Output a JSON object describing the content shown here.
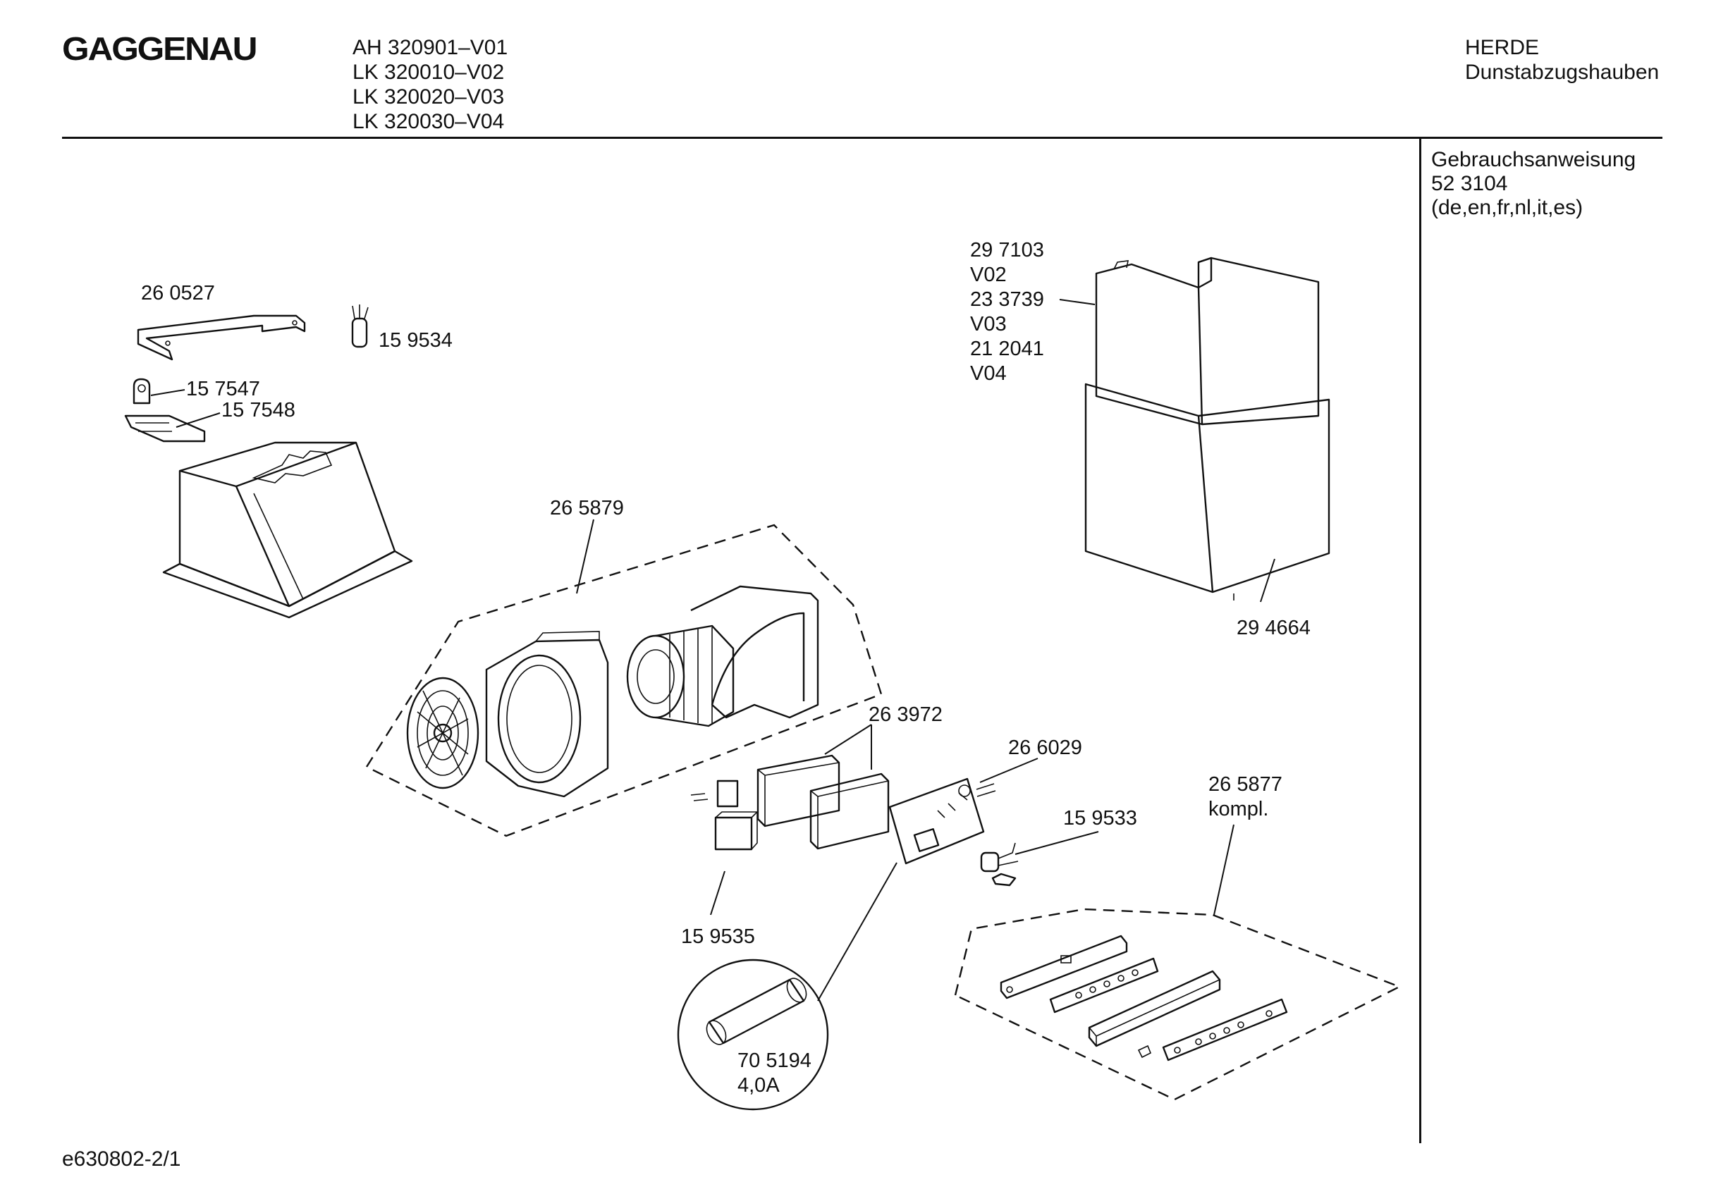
{
  "header": {
    "brand": "GAGGENAU",
    "models": [
      "AH 320901–V01",
      "LK 320010–V02",
      "LK 320020–V03",
      "LK 320030–V04"
    ],
    "category": [
      "HERDE",
      "Dunstabzugshauben"
    ]
  },
  "sidebar": {
    "doc_lines": [
      "Gebrauchsanweisung",
      "52 3104",
      "(de,en,fr,nl,it,es)"
    ]
  },
  "parts": {
    "bracket": "26 0527",
    "capacitor_top": "15 9534",
    "clip_a": "15 7547",
    "clip_b": "15 7548",
    "fan_assembly": "26 5879",
    "chimney_upper": [
      "29 7103",
      "V02",
      "23 3739",
      "V03",
      "21 2041",
      "V04"
    ],
    "chimney_lower": "29 4664",
    "filters": "26 3972",
    "control_board": "26 6029",
    "lamp_socket": "15 9533",
    "switch_kit": [
      "26 5877",
      "kompl."
    ],
    "relay": "15 9535",
    "fuse": [
      "70 5194",
      "4,0A"
    ]
  },
  "footer": {
    "code": "e630802-2/1"
  }
}
